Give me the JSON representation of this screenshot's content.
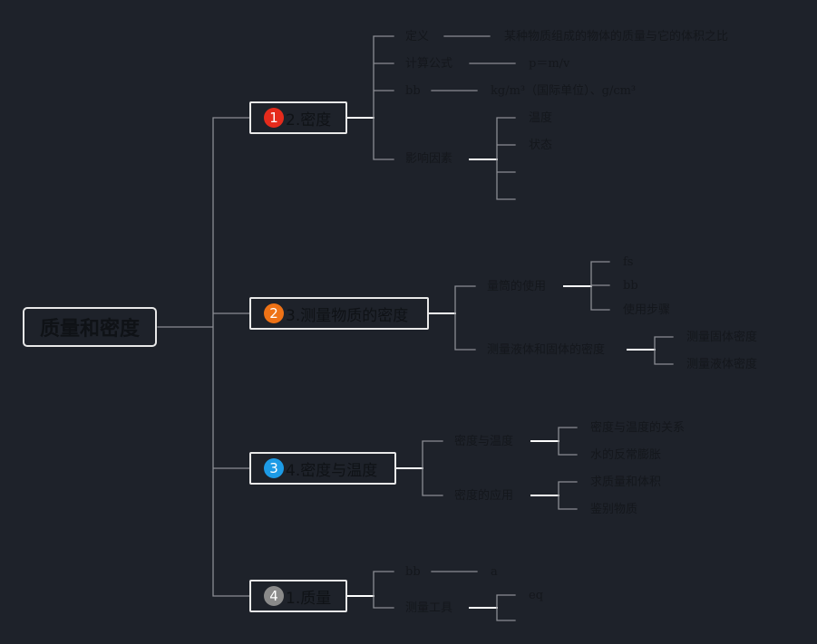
{
  "root": "质量和密度",
  "colors": {
    "background": "#1e222a",
    "line": "#8a8d93",
    "line_strong": "#ffffff",
    "badge_1": "#e52b1c",
    "badge_2": "#ee7216",
    "badge_3": "#1d9be6",
    "badge_4": "#8a8a8a"
  },
  "topics": [
    {
      "badge": "1",
      "label": "2.密度",
      "children": [
        {
          "label": "定义",
          "detail": "某种物质组成的物体的质量与它的体积之比"
        },
        {
          "label": "计算公式",
          "detail": "p＝m/v"
        },
        {
          "label": "bb",
          "detail": "kg/m³（国际单位）、g/cm³"
        },
        {
          "label": "影响因素",
          "children": [
            "温度",
            "状态",
            "",
            ""
          ]
        }
      ]
    },
    {
      "badge": "2",
      "label": "3.测量物质的密度",
      "children": [
        {
          "label": "量筒的使用",
          "children": [
            "fs",
            "bb",
            "使用步骤"
          ]
        },
        {
          "label": "测量液体和固体的密度",
          "children": [
            "测量固体密度",
            "测量液体密度"
          ]
        }
      ]
    },
    {
      "badge": "3",
      "label": "4.密度与温度",
      "children": [
        {
          "label": "密度与温度",
          "children": [
            "密度与温度的关系",
            "水的反常膨胀"
          ]
        },
        {
          "label": "密度的应用",
          "children": [
            "求质量和体积",
            "鉴别物质"
          ]
        }
      ]
    },
    {
      "badge": "4",
      "label": "1.质量",
      "children": [
        {
          "label": "bb",
          "detail": "a"
        },
        {
          "label": "测量工具",
          "children": [
            "eq",
            ""
          ]
        }
      ]
    }
  ]
}
